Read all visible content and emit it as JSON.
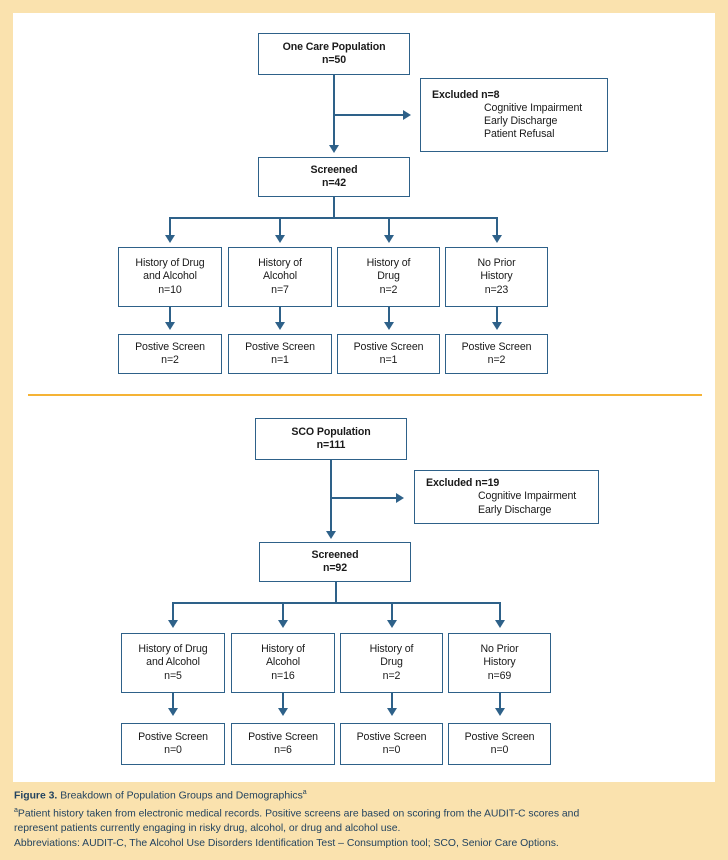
{
  "page": {
    "background_color": "#FAE2AE",
    "panel_color": "#FFFFFF",
    "divider_color": "#F5B335",
    "box_border_color": "#2E6189",
    "caption_color": "#23435F"
  },
  "sections": [
    {
      "id": "one-care",
      "population": {
        "title": "One Care Population",
        "count": "n=50"
      },
      "excluded": {
        "header": "Excluded n=8",
        "reasons": [
          "Cognitive Impairment",
          "Early Discharge",
          "Patient Refusal"
        ]
      },
      "screened": {
        "title": "Screened",
        "count": "n=42"
      },
      "groups": [
        {
          "label_line1": "History of Drug",
          "label_line2": "and Alcohol",
          "count": "n=10",
          "screen_label": "Postive Screen",
          "screen_count": "n=2"
        },
        {
          "label_line1": "History of",
          "label_line2": "Alcohol",
          "count": "n=7",
          "screen_label": "Postive Screen",
          "screen_count": "n=1"
        },
        {
          "label_line1": "History of",
          "label_line2": "Drug",
          "count": "n=2",
          "screen_label": "Postive Screen",
          "screen_count": "n=1"
        },
        {
          "label_line1": "No Prior",
          "label_line2": "History",
          "count": "n=23",
          "screen_label": "Postive Screen",
          "screen_count": "n=2"
        }
      ]
    },
    {
      "id": "sco",
      "population": {
        "title": "SCO Population",
        "count": "n=111"
      },
      "excluded": {
        "header": "Excluded n=19",
        "reasons": [
          "Cognitive Impairment",
          "Early Discharge"
        ]
      },
      "screened": {
        "title": "Screened",
        "count": "n=92"
      },
      "groups": [
        {
          "label_line1": "History of Drug",
          "label_line2": "and Alcohol",
          "count": "n=5",
          "screen_label": "Postive Screen",
          "screen_count": "n=0"
        },
        {
          "label_line1": "History of",
          "label_line2": "Alcohol",
          "count": "n=16",
          "screen_label": "Postive Screen",
          "screen_count": "n=6"
        },
        {
          "label_line1": "History of",
          "label_line2": "Drug",
          "count": "n=2",
          "screen_label": "Postive Screen",
          "screen_count": "n=0"
        },
        {
          "label_line1": "No Prior",
          "label_line2": "History",
          "count": "n=69",
          "screen_label": "Postive Screen",
          "screen_count": "n=0"
        }
      ]
    }
  ],
  "caption": {
    "figure_number": "Figure 3.",
    "title": " Breakdown of Population Groups and Demographics",
    "title_superscript": "a",
    "footnote_marker": "a",
    "footnote_line1": "Patient history taken from electronic medical records. Positive screens are based on scoring from the AUDIT-C scores and",
    "footnote_line2": "represent patients currently engaging in risky drug, alcohol, or drug and alcohol use.",
    "abbreviations": "Abbreviations: AUDIT-C, The Alcohol Use Disorders Identification Test – Consumption tool; SCO, Senior Care Options."
  },
  "chart_data": {
    "type": "diagram",
    "title": "Breakdown of Population Groups and Demographics",
    "flow": [
      {
        "cohort": "One Care",
        "enrolled": 50,
        "excluded_total": 8,
        "excluded_reasons": [
          "Cognitive Impairment",
          "Early Discharge",
          "Patient Refusal"
        ],
        "screened": 42,
        "groups": [
          {
            "name": "History of Drug and Alcohol",
            "n": 10,
            "positive_screen": 2
          },
          {
            "name": "History of Alcohol",
            "n": 7,
            "positive_screen": 1
          },
          {
            "name": "History of Drug",
            "n": 2,
            "positive_screen": 1
          },
          {
            "name": "No Prior History",
            "n": 23,
            "positive_screen": 2
          }
        ]
      },
      {
        "cohort": "SCO",
        "enrolled": 111,
        "excluded_total": 19,
        "excluded_reasons": [
          "Cognitive Impairment",
          "Early Discharge"
        ],
        "screened": 92,
        "groups": [
          {
            "name": "History of Drug and Alcohol",
            "n": 5,
            "positive_screen": 0
          },
          {
            "name": "History of Alcohol",
            "n": 16,
            "positive_screen": 6
          },
          {
            "name": "History of Drug",
            "n": 2,
            "positive_screen": 0
          },
          {
            "name": "No Prior History",
            "n": 69,
            "positive_screen": 0
          }
        ]
      }
    ]
  }
}
